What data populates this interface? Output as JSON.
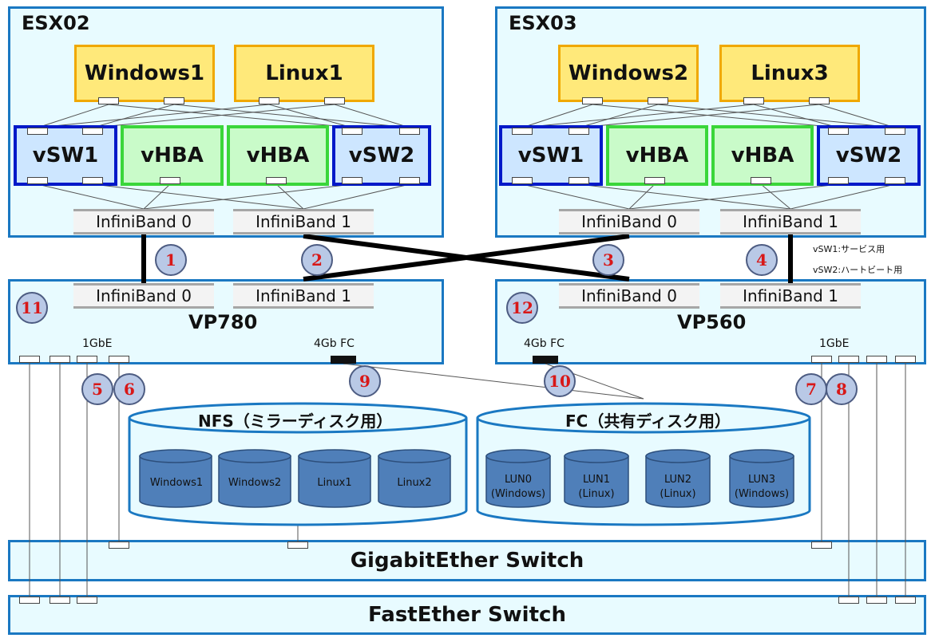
{
  "esx02": {
    "label": "ESX02",
    "vms": [
      "Windows1",
      "Linux1"
    ],
    "vsw1": "vSW1",
    "vhba": "vHBA",
    "vsw2": "vSW2",
    "ib0": "InfiniBand 0",
    "ib1": "InfiniBand 1"
  },
  "esx03": {
    "label": "ESX03",
    "vms": [
      "Windows2",
      "Linux3"
    ],
    "vsw1": "vSW1",
    "vhba": "vHBA",
    "vsw2": "vSW2",
    "ib0": "InfiniBand 0",
    "ib1": "InfiniBand 1"
  },
  "vp780": {
    "label": "VP780",
    "ib0": "InfiniBand 0",
    "ib1": "InfiniBand 1",
    "gbe": "1GbE",
    "fc": "4Gb FC"
  },
  "vp560": {
    "label": "VP560",
    "ib0": "InfiniBand 0",
    "ib1": "InfiniBand 1",
    "gbe": "1GbE",
    "fc": "4Gb FC"
  },
  "numbers": [
    "1",
    "2",
    "3",
    "4",
    "5",
    "6",
    "7",
    "8",
    "9",
    "10",
    "11",
    "12"
  ],
  "notes": [
    "vSW1:サービス用",
    "vSW2:ハートビート用"
  ],
  "nfs": {
    "label": "NFS（ミラーディスク用）",
    "disks": [
      "Windows1",
      "Windows2",
      "Linux1",
      "Linux2"
    ]
  },
  "fc_storage": {
    "label": "FC（共有ディスク用）",
    "disks": [
      {
        "name": "LUN0",
        "sub": "(Windows)"
      },
      {
        "name": "LUN1",
        "sub": "(Linux)"
      },
      {
        "name": "LUN2",
        "sub": "(Linux)"
      },
      {
        "name": "LUN3",
        "sub": "(Windows)"
      }
    ]
  },
  "switches": {
    "gigabit": "GigabitEther Switch",
    "fast": "FastEther Switch"
  },
  "colors": {
    "host_border": "#1a78c2",
    "host_fill": "#e8fbff",
    "vm_fill": "#ffe97a",
    "vm_border": "#f0a800",
    "vsw_border": "#0018c8",
    "vsw_fill": "#cde6ff",
    "vhba_border": "#3ad63a",
    "vhba_fill": "#c9fbc9",
    "disk_fill": "#4f7fb9",
    "number_fill": "#b9c9e6",
    "number_text": "#d81818"
  }
}
